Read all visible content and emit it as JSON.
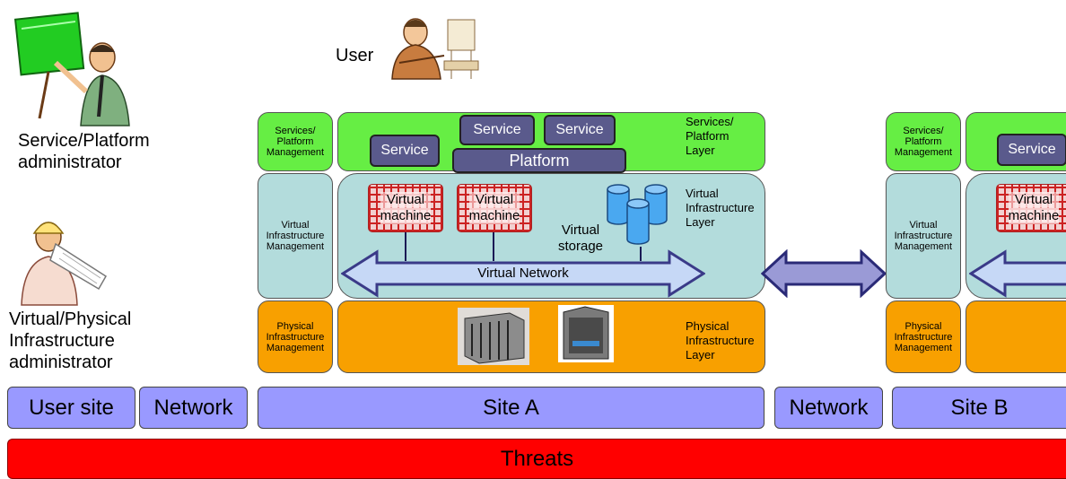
{
  "actors": {
    "user": "User",
    "service_admin": [
      "Service/Platform",
      "administrator"
    ],
    "infra_admin": [
      "Virtual/Physical",
      "Infrastructure",
      "administrator"
    ]
  },
  "site_a": {
    "mgmt": {
      "services": [
        "Services/",
        "Platform",
        "Management"
      ],
      "virtual": [
        "Virtual",
        "Infrastructure",
        "Management"
      ],
      "physical": [
        "Physical",
        "Infrastructure",
        "Management"
      ]
    },
    "services_layer": {
      "label": [
        "Services/",
        "Platform",
        "Layer"
      ],
      "services": [
        "Service",
        "Service",
        "Service"
      ],
      "platform": "Platform"
    },
    "virtual_layer": {
      "label": [
        "Virtual",
        "Infrastructure",
        "Layer"
      ],
      "vms": [
        [
          "Virtual",
          "machine"
        ],
        [
          "Virtual",
          "machine"
        ]
      ],
      "storage": [
        "Virtual",
        "storage"
      ],
      "network": "Virtual Network"
    },
    "physical_layer": {
      "label": [
        "Physical",
        "Infrastructure",
        "Layer"
      ]
    }
  },
  "site_b": {
    "mgmt": {
      "services": [
        "Services/",
        "Platform",
        "Management"
      ],
      "virtual": [
        "Virtual",
        "Infrastructure",
        "Management"
      ],
      "physical": [
        "Physical",
        "Infrastructure",
        "Management"
      ]
    },
    "service": "Service",
    "vm": [
      "Virtual",
      "machine"
    ]
  },
  "bottom_bar": [
    "User site",
    "Network",
    "Site A",
    "Network",
    "Site B"
  ],
  "threats": "Threats"
}
